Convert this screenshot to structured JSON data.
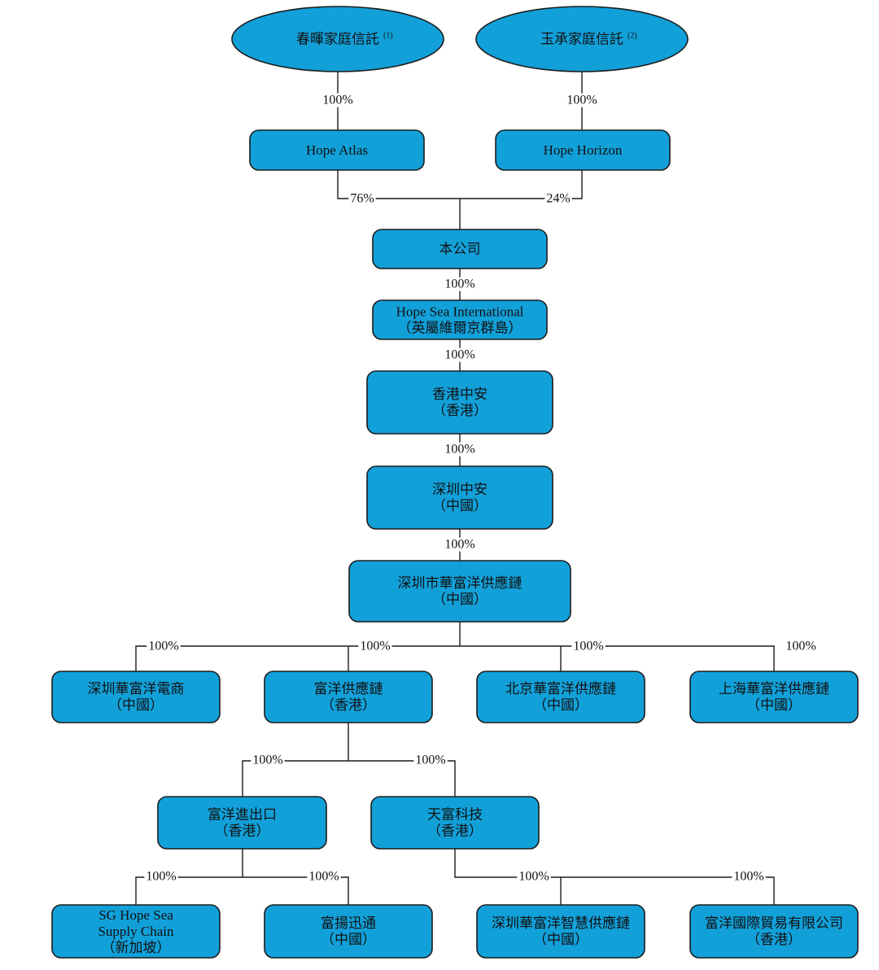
{
  "nodes": {
    "trust1": {
      "lines": [
        "春暉家庭信託"
      ],
      "note": "(1)"
    },
    "trust2": {
      "lines": [
        "玉承家庭信託"
      ],
      "note": "(2)"
    },
    "atlas": {
      "lines": [
        "Hope Atlas"
      ]
    },
    "horizon": {
      "lines": [
        "Hope Horizon"
      ]
    },
    "company": {
      "lines": [
        "本公司"
      ]
    },
    "hsi": {
      "lines": [
        "Hope Sea International",
        "（英屬維爾京群島）"
      ]
    },
    "hkza": {
      "lines": [
        "香港中安",
        "（香港）"
      ]
    },
    "szza": {
      "lines": [
        "深圳中安",
        "（中國）"
      ]
    },
    "szhfy": {
      "lines": [
        "深圳市華富洋供應鏈",
        "（中國）"
      ]
    },
    "szds": {
      "lines": [
        "深圳華富洋電商",
        "（中國）"
      ]
    },
    "fyscm": {
      "lines": [
        "富洋供應鏈",
        "（香港）"
      ]
    },
    "bj": {
      "lines": [
        "北京華富洋供應鏈",
        "（中國）"
      ]
    },
    "sh": {
      "lines": [
        "上海華富洋供應鏈",
        "（中國）"
      ]
    },
    "fyie": {
      "lines": [
        "富洋進出口",
        "（香港）"
      ]
    },
    "tfkj": {
      "lines": [
        "天富科技",
        "（香港）"
      ]
    },
    "sg": {
      "lines": [
        "SG Hope Sea",
        "Supply Chain",
        "（新加坡）"
      ]
    },
    "fyxt": {
      "lines": [
        "富揚迅通",
        "（中國）"
      ]
    },
    "szzh": {
      "lines": [
        "深圳華富洋智慧供應鏈",
        "（中國）"
      ]
    },
    "fygj": {
      "lines": [
        "富洋國際貿易有限公司",
        "（香港）"
      ]
    }
  },
  "edges": [
    {
      "from": "trust1",
      "to": "atlas",
      "pct": "100%"
    },
    {
      "from": "trust2",
      "to": "horizon",
      "pct": "100%"
    },
    {
      "from": "atlas",
      "to": "company",
      "pct": "76%"
    },
    {
      "from": "horizon",
      "to": "company",
      "pct": "24%"
    },
    {
      "from": "company",
      "to": "hsi",
      "pct": "100%"
    },
    {
      "from": "hsi",
      "to": "hkza",
      "pct": "100%"
    },
    {
      "from": "hkza",
      "to": "szza",
      "pct": "100%"
    },
    {
      "from": "szza",
      "to": "szhfy",
      "pct": "100%"
    },
    {
      "from": "szhfy",
      "to": "szds",
      "pct": "100%"
    },
    {
      "from": "szhfy",
      "to": "fyscm",
      "pct": "100%"
    },
    {
      "from": "szhfy",
      "to": "bj",
      "pct": "100%"
    },
    {
      "from": "szhfy",
      "to": "sh",
      "pct": "100%"
    },
    {
      "from": "fyscm",
      "to": "fyie",
      "pct": "100%"
    },
    {
      "from": "fyscm",
      "to": "tfkj",
      "pct": "100%"
    },
    {
      "from": "fyie",
      "to": "sg",
      "pct": "100%"
    },
    {
      "from": "fyie",
      "to": "fyxt",
      "pct": "100%"
    },
    {
      "from": "tfkj",
      "to": "szzh",
      "pct": "100%"
    },
    {
      "from": "tfkj",
      "to": "fygj",
      "pct": "100%"
    }
  ]
}
